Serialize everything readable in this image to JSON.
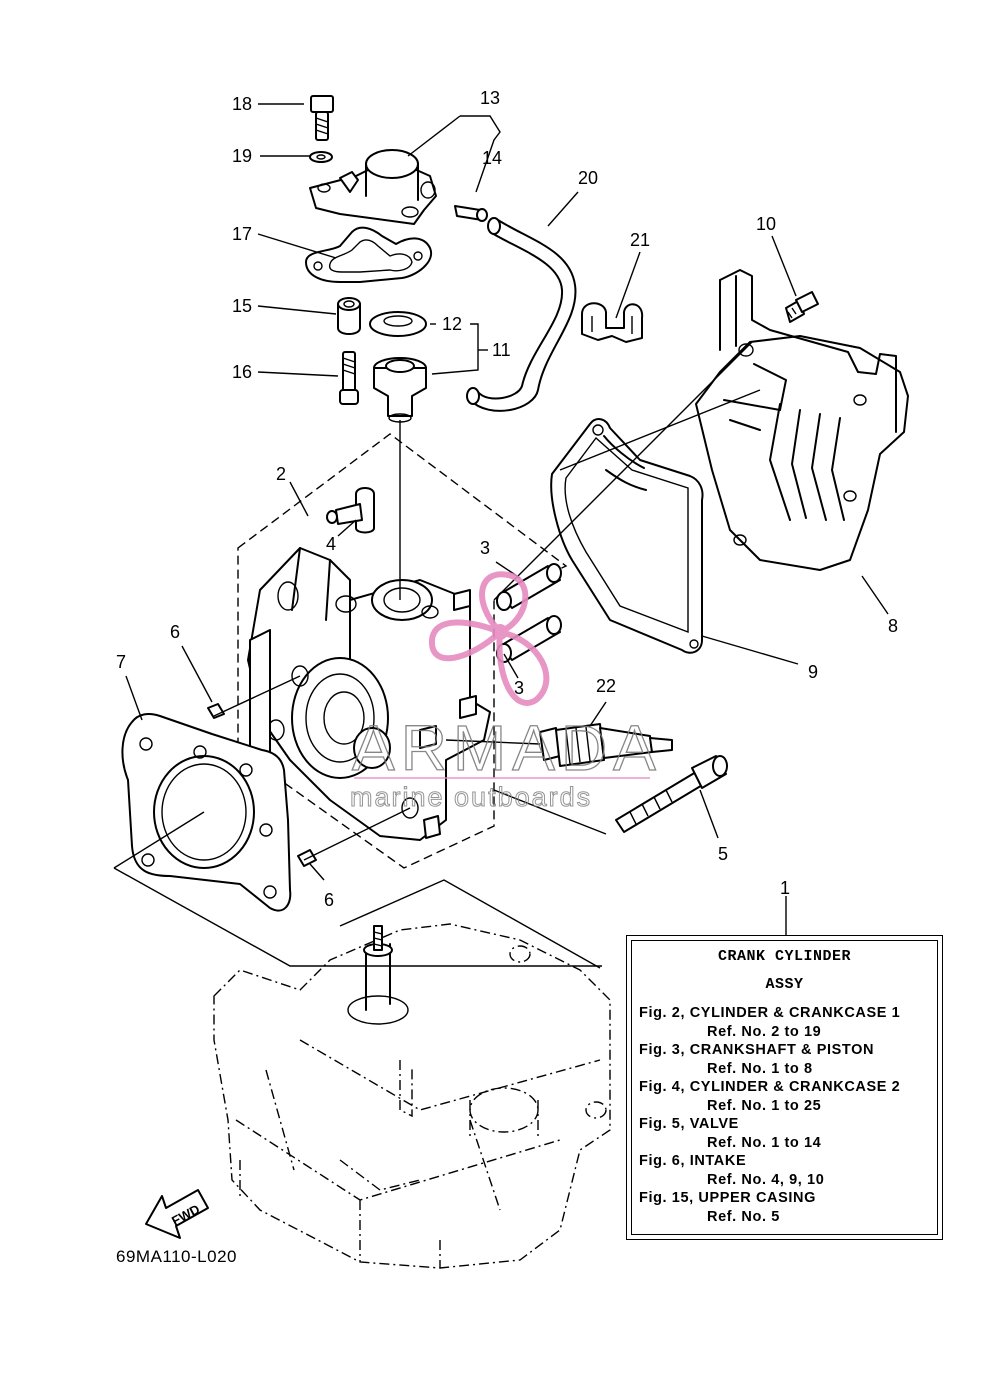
{
  "callouts": {
    "c1": "1",
    "c2": "2",
    "c3a": "3",
    "c3b": "3",
    "c4": "4",
    "c5": "5",
    "c6a": "6",
    "c6b": "6",
    "c7": "7",
    "c8": "8",
    "c9": "9",
    "c10": "10",
    "c11": "11",
    "c12": "12",
    "c13": "13",
    "c14": "14",
    "c15": "15",
    "c16": "16",
    "c17": "17",
    "c18": "18",
    "c19": "19",
    "c20": "20",
    "c21": "21",
    "c22": "22"
  },
  "ref_box": {
    "title_line1": "CRANK CYLINDER",
    "title_line2": "ASSY",
    "entries": [
      {
        "fig": "Fig. 2, CYLINDER & CRANKCASE 1",
        "ref": "Ref. No. 2 to 19"
      },
      {
        "fig": "Fig. 3, CRANKSHAFT & PISTON",
        "ref": "Ref. No. 1 to 8"
      },
      {
        "fig": "Fig. 4, CYLINDER & CRANKCASE 2",
        "ref": "Ref. No. 1 to 25"
      },
      {
        "fig": "Fig. 5, VALVE",
        "ref": "Ref. No. 1 to 14"
      },
      {
        "fig": "Fig. 6, INTAKE",
        "ref": "Ref. No. 4, 9, 10"
      },
      {
        "fig": "Fig. 15, UPPER CASING",
        "ref": "Ref. No. 5"
      }
    ]
  },
  "fwd_label": "FWD",
  "drawing_code": "69MA110-L020",
  "watermark": {
    "brand": "ARMADA",
    "tagline": "marine outboards",
    "logo_color": "#e58bc0"
  },
  "icons": {
    "fwd_arrow": "fwd-arrow-icon",
    "watermark_logo": "propeller-logo-icon"
  }
}
